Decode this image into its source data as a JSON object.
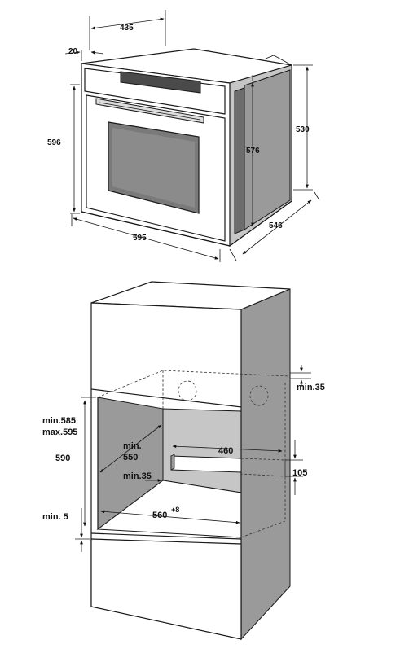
{
  "oven_dimensions": {
    "width": "595",
    "height": "596",
    "depth": "546",
    "body_width": "435",
    "front_thickness": "20",
    "side_height": "576",
    "body_height": "530"
  },
  "installation_dimensions": {
    "min_gap_top": "min.35",
    "niche_height_min": "min.585",
    "niche_height_max": "max.595",
    "niche_depth_label": "min.",
    "niche_depth_value": "550",
    "rear_gap": "min.35",
    "vent_width": "460",
    "vent_height": "105",
    "cabinet_height": "590",
    "niche_width": "560",
    "niche_width_tolerance": "+8",
    "min_bottom": "min. 5"
  }
}
